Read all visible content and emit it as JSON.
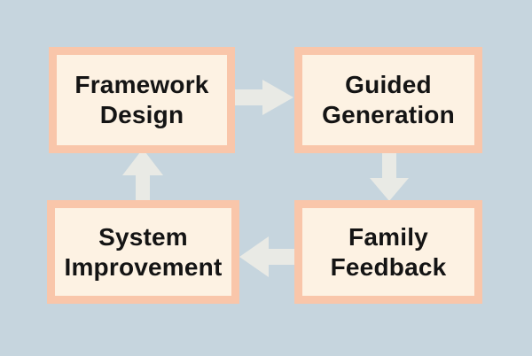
{
  "diagram": {
    "title": "Iterative cycle diagram",
    "colors": {
      "background": "#c6d5de",
      "node_fill": "#fdf2e3",
      "node_border": "#f9c6aa",
      "arrow": "#e9eae5",
      "text": "#141414"
    },
    "nodes": [
      {
        "id": "framework-design",
        "label": "Framework\nDesign"
      },
      {
        "id": "guided-generation",
        "label": "Guided\nGeneration"
      },
      {
        "id": "family-feedback",
        "label": "Family\nFeedback"
      },
      {
        "id": "system-improvement",
        "label": "System\nImprovement"
      }
    ],
    "arrows": [
      {
        "from": "framework-design",
        "to": "guided-generation",
        "direction": "right"
      },
      {
        "from": "guided-generation",
        "to": "family-feedback",
        "direction": "down"
      },
      {
        "from": "family-feedback",
        "to": "system-improvement",
        "direction": "left"
      },
      {
        "from": "system-improvement",
        "to": "framework-design",
        "direction": "up"
      }
    ]
  }
}
